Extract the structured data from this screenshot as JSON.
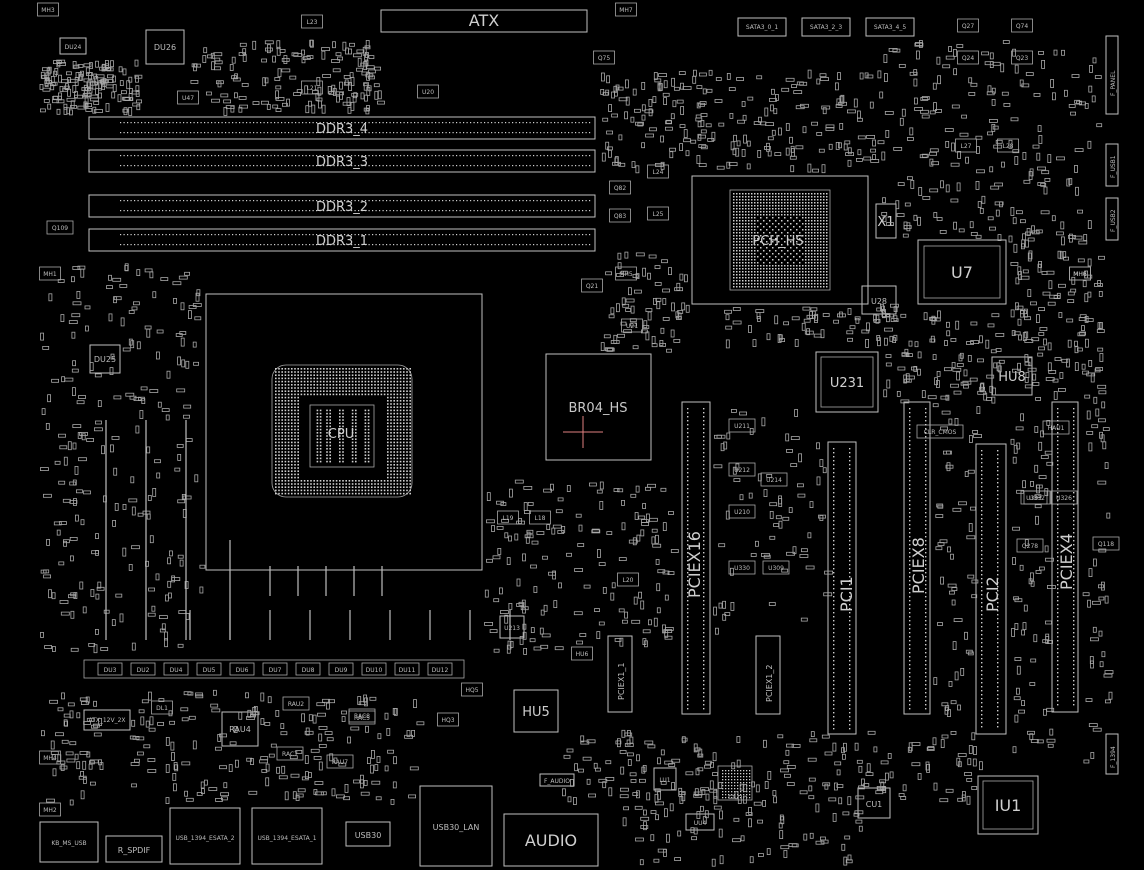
{
  "colors": {
    "background": "#000000",
    "outline": "#bfbfbf",
    "text": "#c8c8c8",
    "marker": "#e08080"
  },
  "connectors": {
    "atx": "ATX",
    "ddr": [
      "DDR3_4",
      "DDR3_3",
      "DDR3_2",
      "DDR3_1"
    ],
    "pcie_slots": [
      "PCIEX16",
      "PCI1",
      "PCIEX8",
      "PCI2",
      "PCIEX4"
    ],
    "pcie_x1": [
      "PCIEX1_1",
      "PCIEX1_2"
    ],
    "sata": [
      "SATA3_0_1",
      "SATA3_2_3",
      "SATA3_4_5"
    ],
    "f_panel": "F_PANEL",
    "usb_headers": [
      "F_USB1",
      "F_USB2"
    ],
    "f_1394": "F_1394",
    "f_audio": "F_AUDIO",
    "rear_io": [
      "KB_MS_USB",
      "R_SPDIF",
      "USB_1394_ESATA_2",
      "USB_1394_ESATA_1",
      "USB30",
      "USB30_LAN",
      "AUDIO"
    ],
    "atx_12v": "ATX_12V_2X"
  },
  "chips": {
    "cpu": "CPU",
    "pch_hs": "PCH_HS",
    "br04_hs": "BR04_HS",
    "u7": "U7",
    "u231": "U231",
    "u28": "U28",
    "hu8": "HU8",
    "hu5": "HU5",
    "iu1": "IU1",
    "cu1": "CU1",
    "rau4": "RAU4",
    "du25": "DU25",
    "du26": "DU26",
    "du24": "DU24",
    "x1": "X1",
    "lu1": "LU1",
    "uu4": "UU4",
    "u213": "U213"
  },
  "small_labels": {
    "top": [
      "L23",
      "MH3",
      "MH7",
      "L21",
      "U20",
      "U47",
      "Q75",
      "Q27",
      "Q74",
      "Q24",
      "Q23",
      "L27",
      "L28",
      "L24",
      "L25",
      "Q21",
      "U21",
      "MH5",
      "MH6"
    ],
    "cpu_area": [
      "L19",
      "L18",
      "L20",
      "MH4",
      "DL1",
      "HQ5",
      "HQ3",
      "HU6",
      "RAU2",
      "RAC7",
      "RAC8",
      "RAU7",
      "RAC5",
      "HAU1",
      "CLR_CMOS"
    ],
    "regulators": [
      "DU3",
      "DU2",
      "DU4",
      "DU5",
      "DU6",
      "DU7",
      "DU8",
      "DU9",
      "DU10",
      "DU11",
      "DU12"
    ],
    "pcie_area": [
      "U211",
      "U212",
      "U210",
      "U214",
      "U330",
      "U309",
      "U332",
      "Q278",
      "Q118"
    ],
    "misc": [
      "MH1",
      "MH2",
      "MH8",
      "Q109",
      "Q82",
      "Q83",
      "U301",
      "U326"
    ]
  }
}
